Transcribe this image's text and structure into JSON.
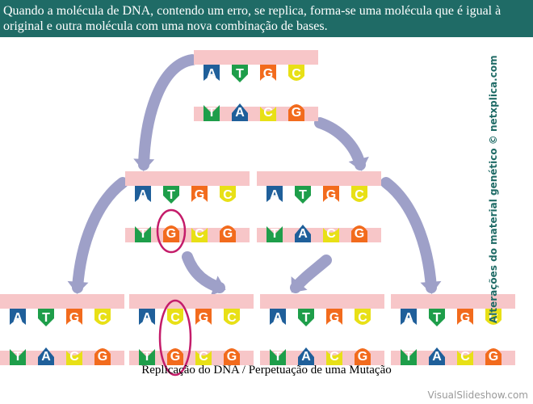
{
  "header": {
    "text": "Quando a molécula de DNA, contendo um erro, se replica, forma-se uma molécula que é igual à original e outra molécula com uma nova combinação de bases."
  },
  "sidebar": {
    "text": "Alterações do material genético © netxplica.com"
  },
  "caption": {
    "text": "Replicação do DNA / Perpetuação de uma Mutação"
  },
  "watermark": {
    "text": "VisualSlideshow.com"
  },
  "colors": {
    "strand": "#f7c6c8",
    "A": "#1f5f9a",
    "T": "#1e9e4a",
    "G": "#f26b1d",
    "C": "#e8e016",
    "highlight": "#c41c6a",
    "arrow": "#9ea0c8",
    "header_bg": "#1f6b66"
  },
  "molecules": [
    {
      "id": "parent",
      "top": [
        "A",
        "T",
        "G",
        "C"
      ],
      "bottom": [
        "T",
        "A",
        "C",
        "G"
      ]
    },
    {
      "id": "gen1-mutant",
      "top": [
        "A",
        "T",
        "G",
        "C"
      ],
      "bottom": [
        "T",
        "G",
        "C",
        "G"
      ],
      "highlight": "bottom-1"
    },
    {
      "id": "gen1-normal",
      "top": [
        "A",
        "T",
        "G",
        "C"
      ],
      "bottom": [
        "T",
        "A",
        "C",
        "G"
      ]
    },
    {
      "id": "gen2-a",
      "top": [
        "A",
        "T",
        "G",
        "C"
      ],
      "bottom": [
        "T",
        "A",
        "C",
        "G"
      ]
    },
    {
      "id": "gen2-mutated",
      "top": [
        "A",
        "C",
        "G",
        "C"
      ],
      "bottom": [
        "T",
        "G",
        "C",
        "G"
      ],
      "highlight": "column-1"
    },
    {
      "id": "gen2-b",
      "top": [
        "A",
        "T",
        "G",
        "C"
      ],
      "bottom": [
        "T",
        "A",
        "C",
        "G"
      ]
    },
    {
      "id": "gen2-c",
      "top": [
        "A",
        "T",
        "G",
        "C"
      ],
      "bottom": [
        "T",
        "A",
        "C",
        "G"
      ]
    }
  ]
}
